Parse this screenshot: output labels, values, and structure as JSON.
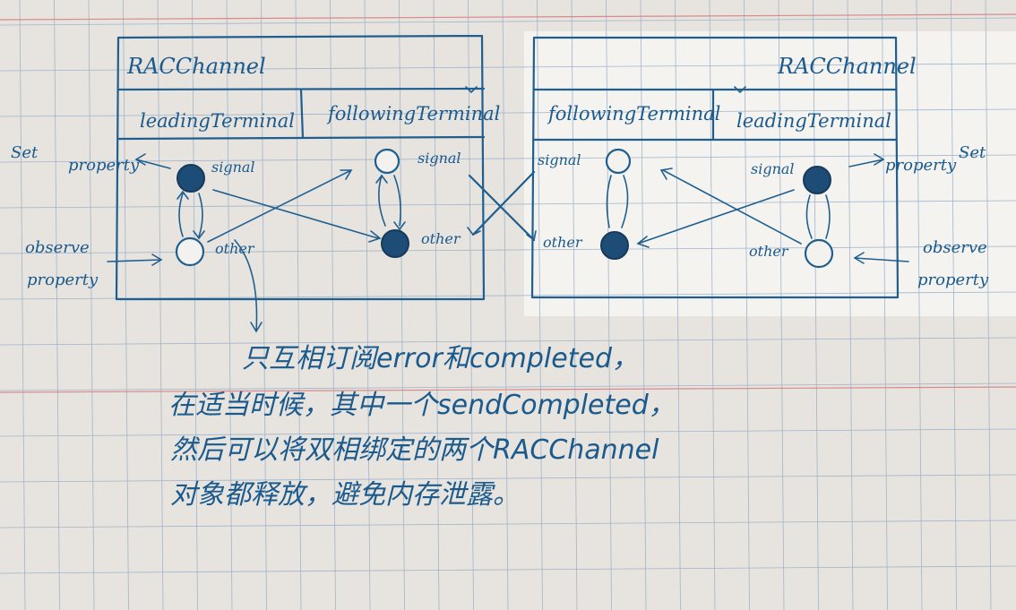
{
  "left_channel": {
    "title": "RACChannel",
    "terminal_leading": "leadingTerminal",
    "terminal_following": "followingTerminal",
    "signal_label": "signal",
    "other_label": "other",
    "set_property": [
      "Set",
      "property"
    ],
    "observe_property": [
      "observe",
      "property"
    ]
  },
  "right_channel": {
    "title": "RACChannel",
    "terminal_leading": "leadingTerminal",
    "terminal_following": "followingTerminal",
    "signal_label": "signal",
    "other_label": "other",
    "set_property": [
      "Set",
      "property"
    ],
    "observe_property": [
      "observe",
      "property"
    ]
  },
  "note_lines": [
    "只互相订阅error和completed，",
    "在适当时候，其中一个sendCompleted，",
    "然后可以将双相绑定的两个RACChannel",
    "对象都释放，避免内存泄露。"
  ],
  "colors": {
    "ink": "#1f5f8f",
    "paper": "#f4f2ee",
    "grid": "#9fb5cc",
    "margin_line": "#d98a8a"
  }
}
